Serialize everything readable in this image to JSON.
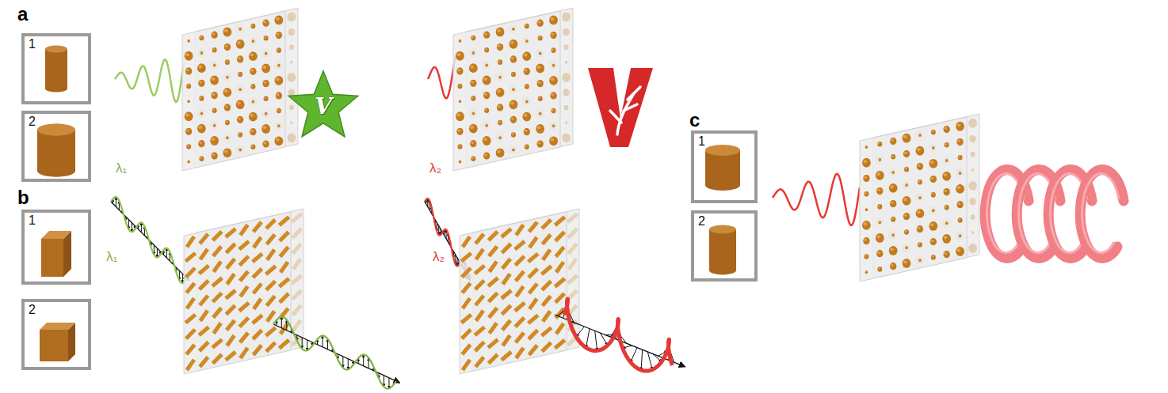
{
  "diagram": {
    "nodes": [
      {
        "text": [
          "1"
        ]
      },
      {
        "text": [
          "2"
        ]
      },
      {
        "text": [
          "V"
        ]
      },
      {
        "text": [
          "1"
        ]
      },
      {
        "text": [
          "2"
        ]
      },
      {
        "text": [
          "1"
        ]
      },
      {
        "text": [
          "2"
        ]
      }
    ],
    "labels": [
      "a",
      "λ₁",
      "λ₂",
      "b",
      "λ₁",
      "λ₂",
      "c"
    ]
  }
}
